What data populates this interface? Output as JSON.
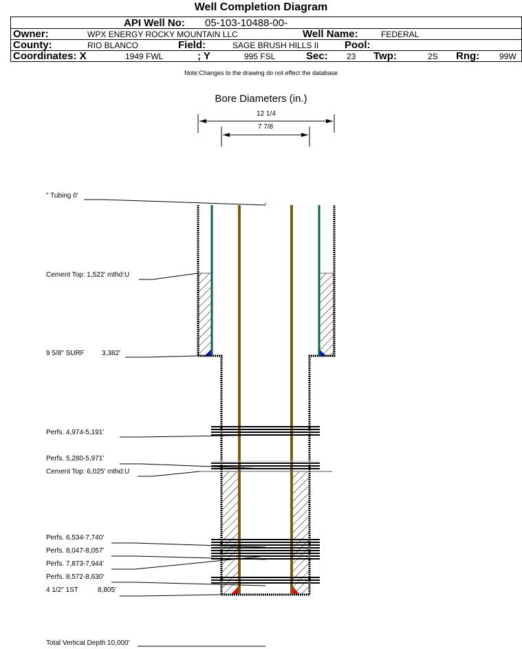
{
  "title": "Well Completion Diagram",
  "header": {
    "api_label": "API Well No:",
    "api_value": "05-103-10488-00-",
    "owner_label": "Owner:",
    "owner_value": "WPX ENERGY ROCKY MOUNTAIN LLC",
    "well_name_label": "Well Name:",
    "well_name_value": "FEDERAL",
    "county_label": "County:",
    "county_value": "RIO BLANCO",
    "field_label": "Field:",
    "field_value": "SAGE BRUSH HILLS II",
    "pool_label": "Pool:",
    "pool_value": "",
    "coord_label": "Coordinates: X",
    "coord_x_value": "1949 FWL",
    "coord_y_label": "; Y",
    "coord_y_value": "995 FSL",
    "sec_label": "Sec:",
    "sec_value": "23",
    "twp_label": "Twp:",
    "twp_value": "2S",
    "rng_label": "Rng:",
    "rng_value": "99W"
  },
  "note": "Note:Changes to the drawing do not effect the database",
  "bore_diameters": {
    "title": "Bore Diameters (in.)",
    "outer": "12 1/4",
    "inner": "7 7/8"
  },
  "annotations": [
    {
      "id": "tubing",
      "text": "\" Tubing 0'"
    },
    {
      "id": "cement-top-1",
      "text": "Cement Top: 1,522' mthd:U"
    },
    {
      "id": "surface-casing",
      "text": "9 5/8\" SURF",
      "depth": "3,382'"
    },
    {
      "id": "perfs-1",
      "text": "Perfs. 4,974-5,191'"
    },
    {
      "id": "perfs-2",
      "text": "Perfs. 5,280-5,971'"
    },
    {
      "id": "cement-top-2",
      "text": "Cement Top: 6,025' mthd:U"
    },
    {
      "id": "perfs-3",
      "text": "Perfs. 6,534-7,740'"
    },
    {
      "id": "perfs-4",
      "text": "Perfs. 8,047-8,057'"
    },
    {
      "id": "perfs-5",
      "text": "Perfs. 7,873-7,944'"
    },
    {
      "id": "perfs-6",
      "text": "Perfs. 8,572-8,630'"
    },
    {
      "id": "production-casing",
      "text": "4 1/2\" 1ST",
      "depth": "8,805'"
    },
    {
      "id": "tvd",
      "text": "Total Vertical Depth 10,000'"
    }
  ],
  "colors": {
    "casing": "#0a6b3a",
    "casing_edge": "#1a3fa0",
    "tubing": "#d42a0a",
    "tubing_edge": "#2a8a2a",
    "shoe_surface": "#1010d0",
    "shoe_production": "#e01010",
    "wall": "#000000"
  }
}
